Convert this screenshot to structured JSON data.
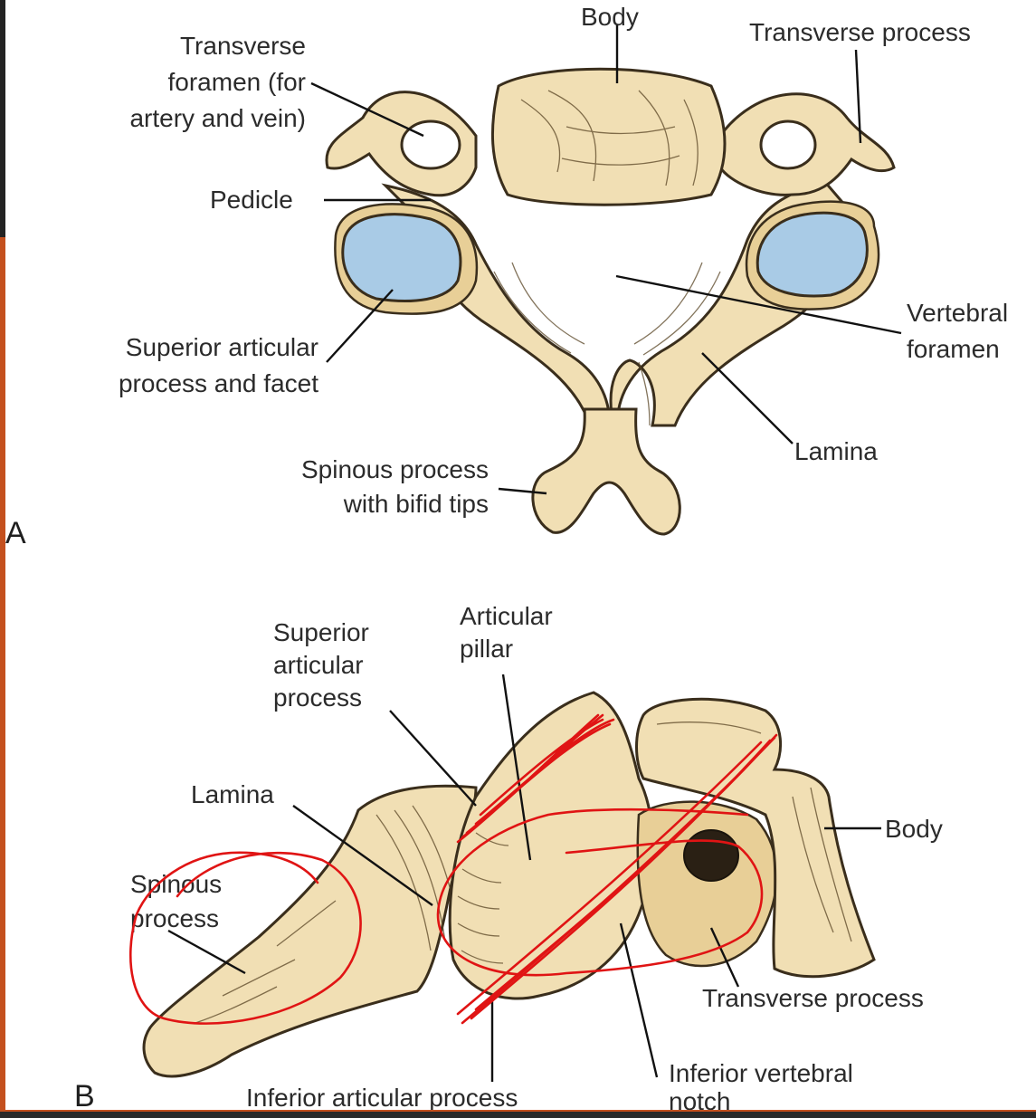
{
  "panel_a": {
    "letter": "A",
    "labels": {
      "body": "Body",
      "transverse_process": "Transverse process",
      "transverse_foramen": [
        "Transverse",
        "foramen (for",
        "artery and vein)"
      ],
      "pedicle": "Pedicle",
      "superior_articular": [
        "Superior articular",
        "process and facet"
      ],
      "vertebral_foramen": [
        "Vertebral",
        "foramen"
      ],
      "lamina": "Lamina",
      "spinous_process": [
        "Spinous process",
        "with bifid tips"
      ]
    }
  },
  "panel_b": {
    "letter": "B",
    "labels": {
      "superior_articular": [
        "Superior",
        "articular",
        "process"
      ],
      "articular_pillar": [
        "Articular",
        "pillar"
      ],
      "lamina": "Lamina",
      "body": "Body",
      "spinous_process": [
        "Spinous",
        "process"
      ],
      "transverse_process": "Transverse process",
      "inferior_vertebral_notch": [
        "Inferior vertebral",
        "notch"
      ],
      "inferior_articular": "Inferior articular process"
    }
  },
  "colors": {
    "bone": "#f1dfb4",
    "facet": "#a9cbe6",
    "annotation_ink": "#e01414",
    "slide_accent": "#c4501e"
  }
}
